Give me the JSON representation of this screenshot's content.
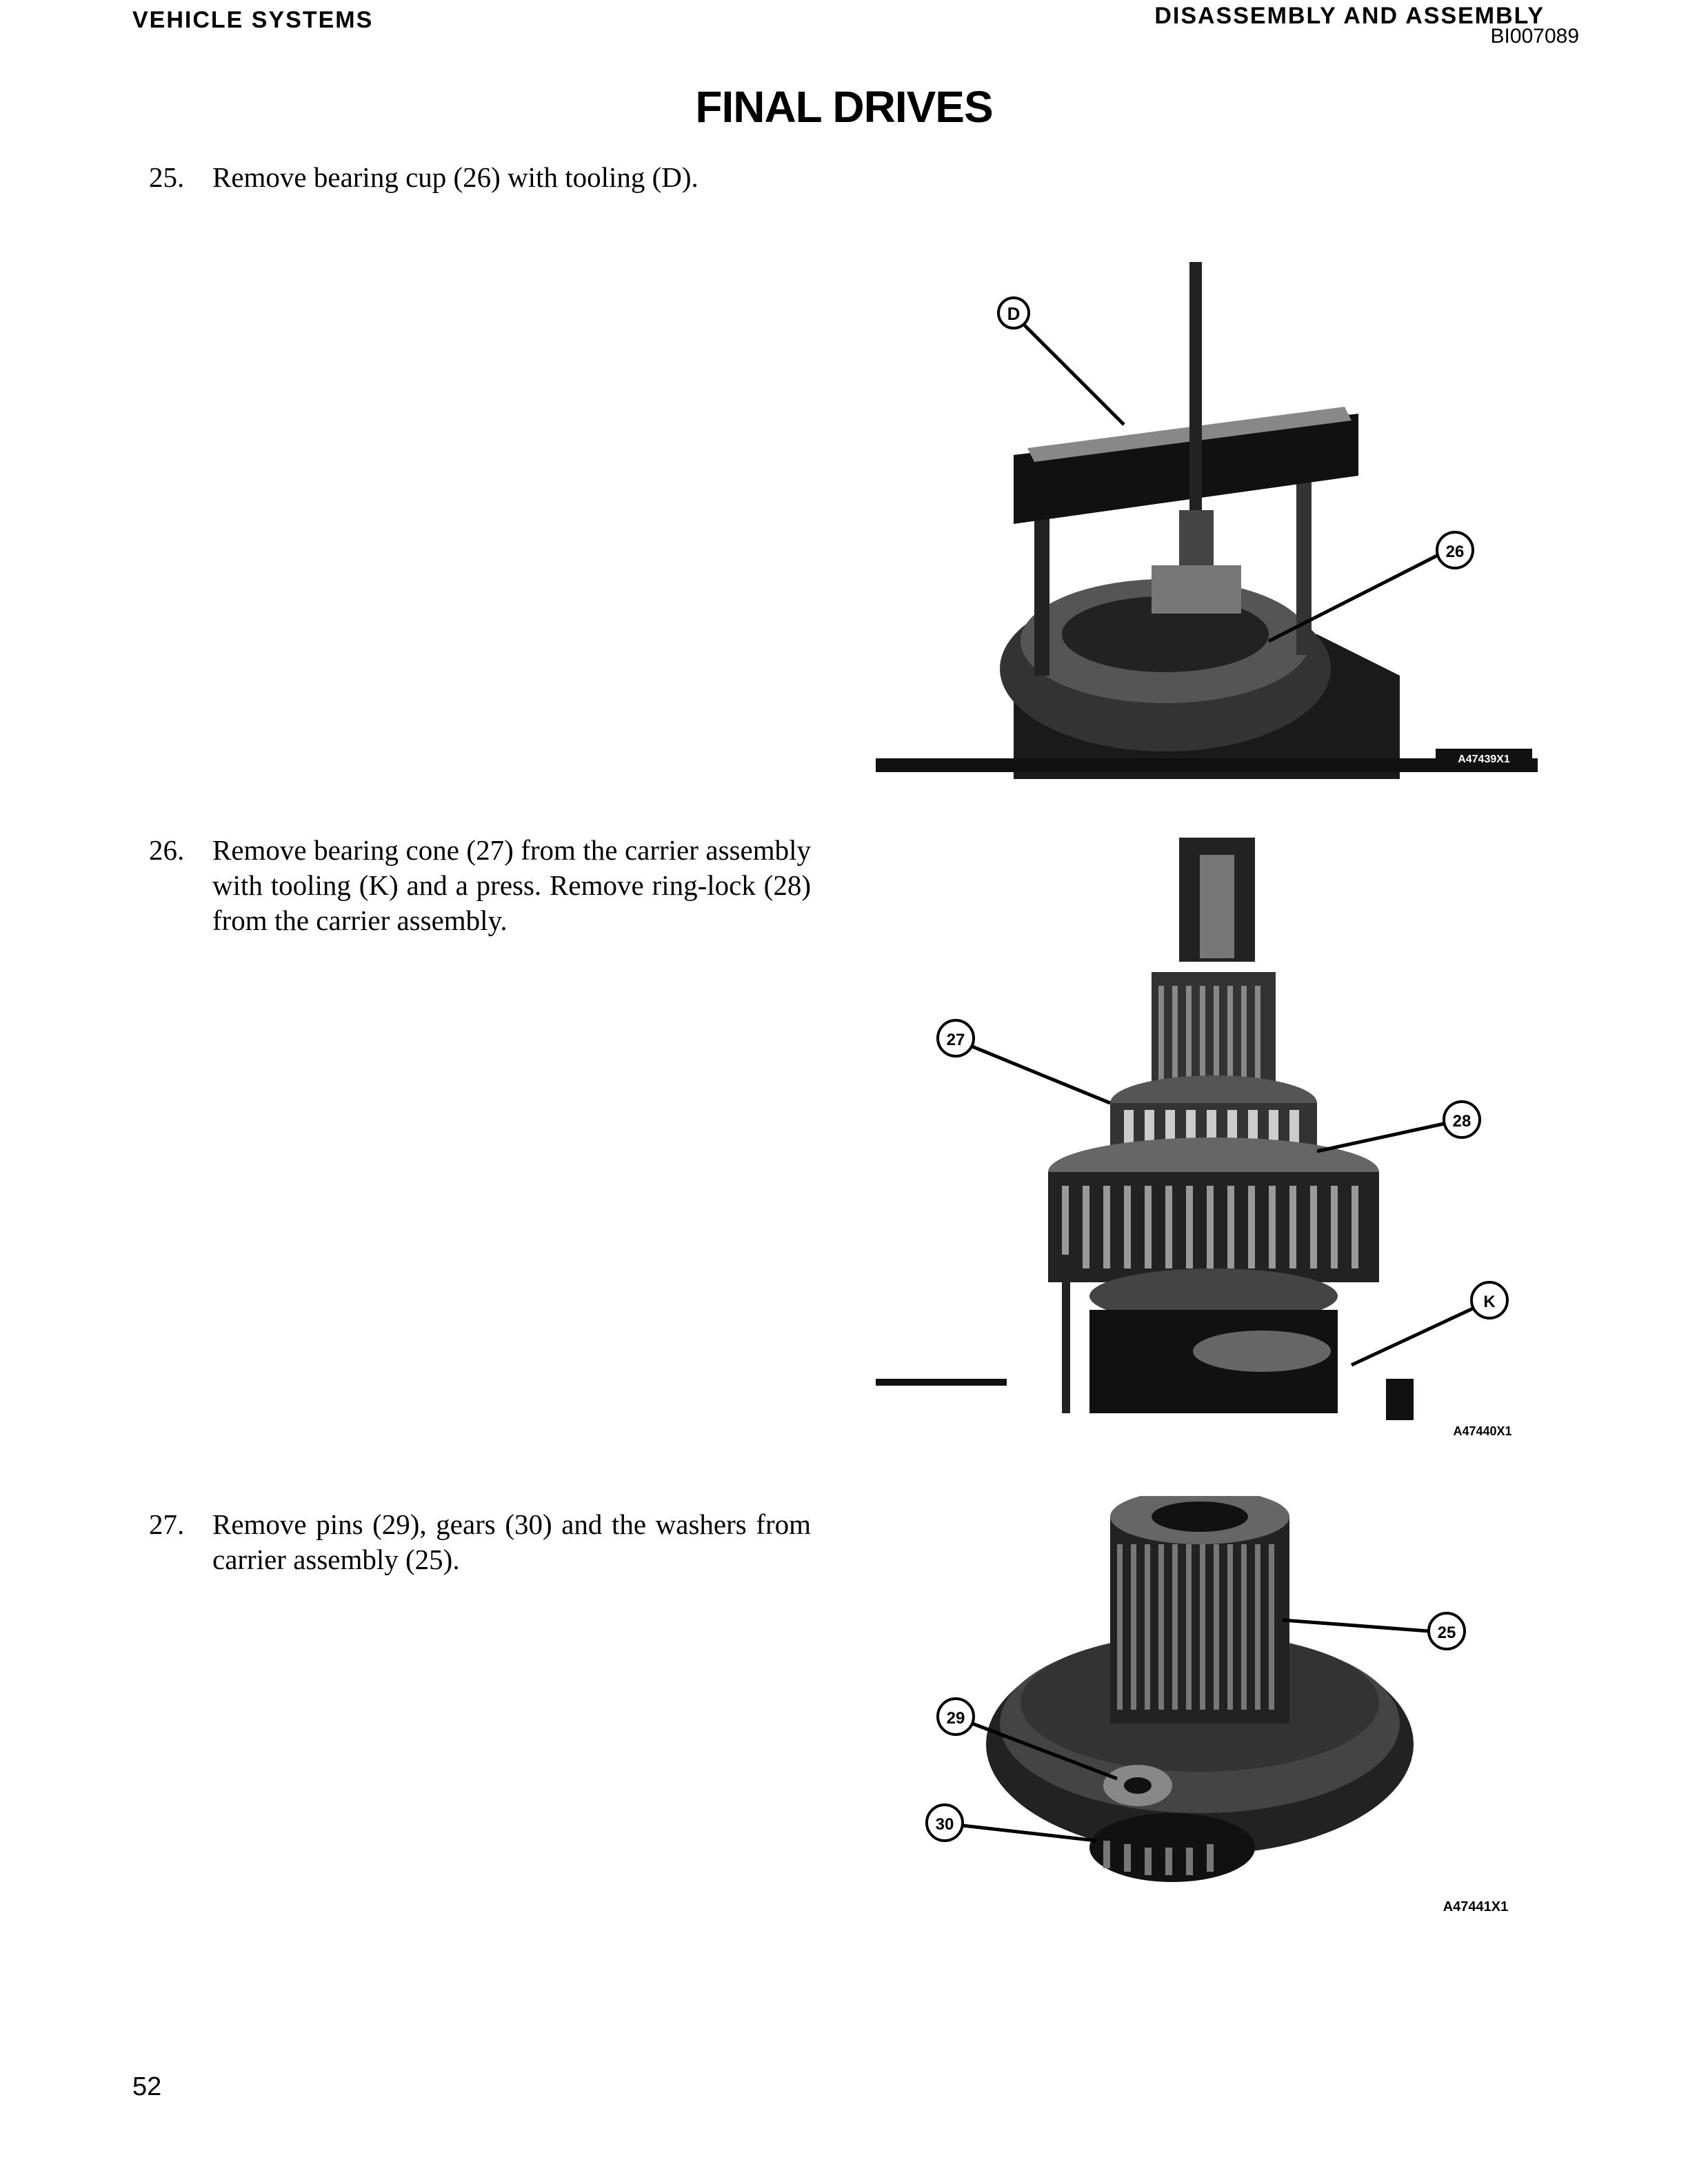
{
  "header": {
    "section": "VEHICLE SYSTEMS",
    "chapter": "DISASSEMBLY AND ASSEMBLY",
    "doc_id": "BI007089"
  },
  "title": "FINAL DRIVES",
  "steps": [
    {
      "number": "25.",
      "text": "Remove bearing cup (26) with tooling (D).",
      "figure": {
        "code": "A47439X1",
        "callouts": [
          "D",
          "26"
        ]
      }
    },
    {
      "number": "26.",
      "text": "Remove bearing cone (27) from the carrier assembly with tooling (K) and a press. Remove ring-lock (28) from the carrier assembly.",
      "figure": {
        "code": "A47440X1",
        "callouts": [
          "27",
          "28",
          "K"
        ]
      }
    },
    {
      "number": "27.",
      "text": "Remove pins (29), gears (30) and the washers from carrier assembly (25).",
      "figure": {
        "code": "A47441X1",
        "callouts": [
          "25",
          "29",
          "30"
        ]
      }
    }
  ],
  "page_number": "52"
}
